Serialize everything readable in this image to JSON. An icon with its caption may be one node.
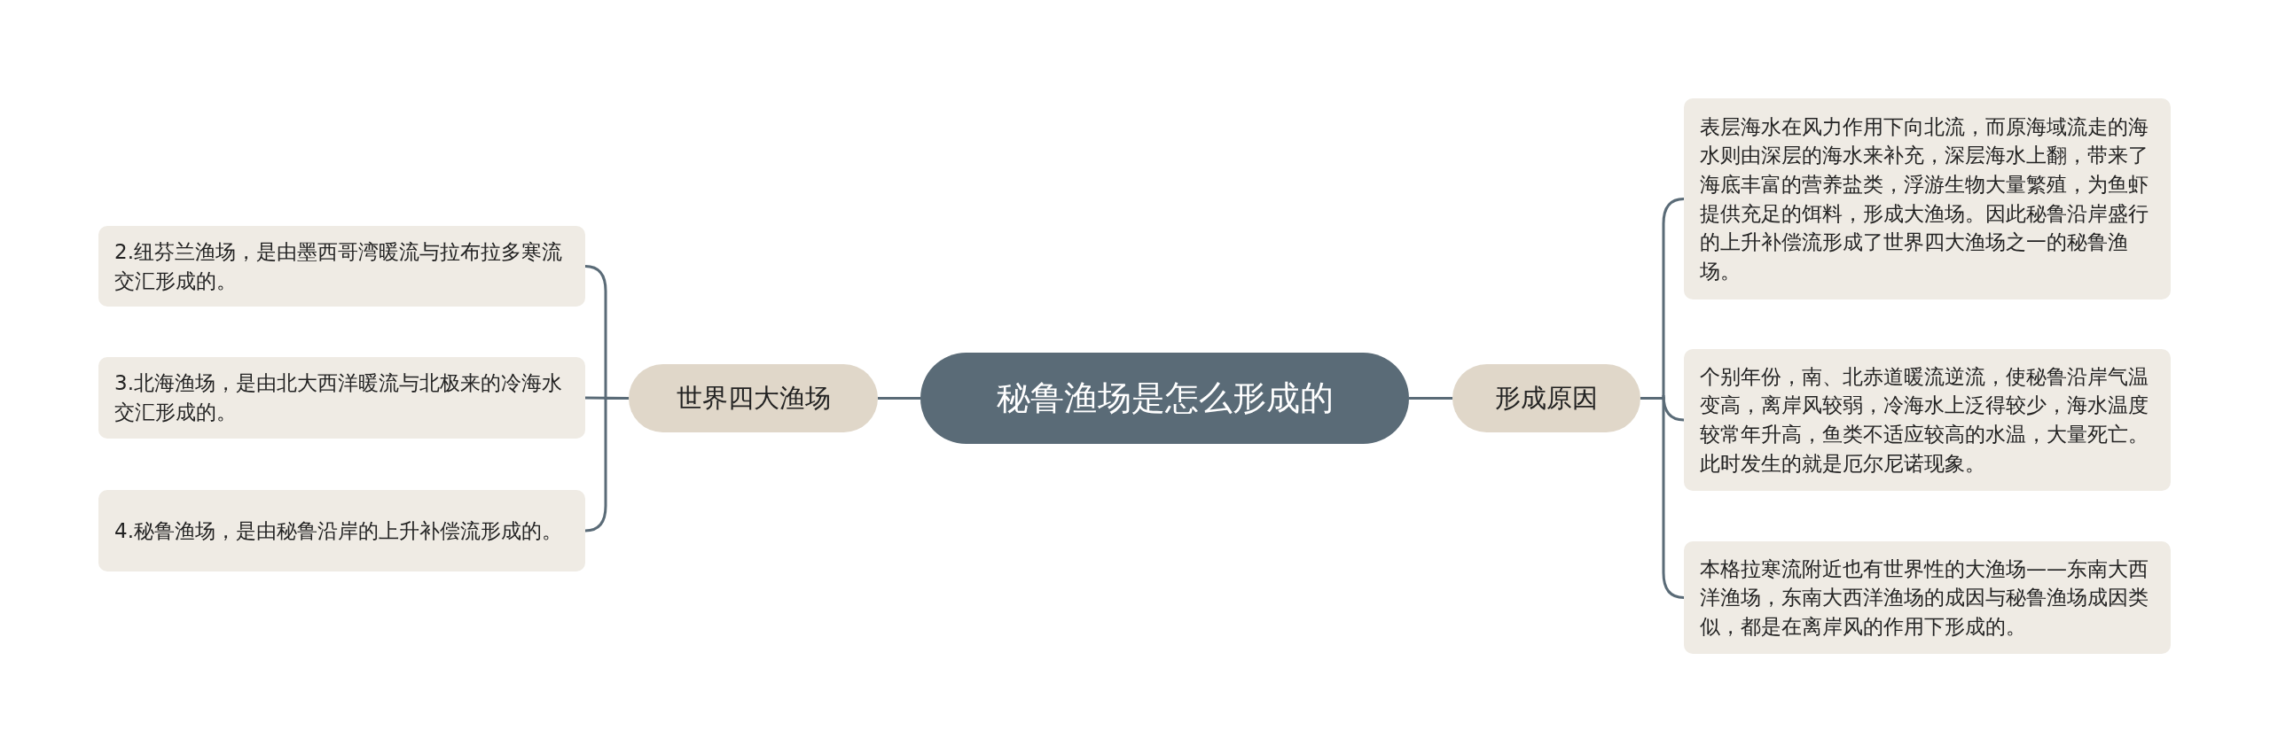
{
  "diagram": {
    "nodes": [
      {
        "text": [
          "秘鲁渔场是怎么形成的"
        ]
      },
      {
        "text": [
          "世界四大渔场"
        ]
      },
      {
        "text": [
          "2.纽芬兰渔场，是由墨西哥湾暖流与拉布拉多寒流交汇形成的。"
        ]
      },
      {
        "text": [
          "3.北海渔场，是由北大西洋暖流与北极来的冷海水交汇形成的。"
        ]
      },
      {
        "text": [
          "4.秘鲁渔场，是由秘鲁沿岸的上升补偿流形成的。"
        ]
      },
      {
        "text": [
          "形成原因"
        ]
      },
      {
        "text": [
          "表层海水在风力作用下向北流，而原海域流走的海水则由深层的海水来补充，深层海水上翻，带来了海底丰富的营养盐类，浮游生物大量繁殖，为鱼虾提供充足的饵料，形成大渔场。因此秘鲁沿岸盛行的上升补偿流形成了世界四大渔场之一的秘鲁渔场。"
        ]
      },
      {
        "text": [
          "个别年份，南、北赤道暖流逆流，使秘鲁沿岸气温变高，离岸风较弱，冷海水上泛得较少，海水温度较常年升高，鱼类不适应较高的水温，大量死亡。此时发生的就是厄尔尼诺现象。"
        ]
      },
      {
        "text": [
          "本格拉寒流附近也有世界性的大渔场——东南大西洋渔场，东南大西洋渔场的成因与秘鲁渔场成因类似，都是在离岸风的作用下形成的。"
        ]
      }
    ],
    "edges": [
      {
        "from": 0,
        "to": 1,
        "arrow": "none"
      },
      {
        "from": 1,
        "to": 2,
        "arrow": "none"
      },
      {
        "from": 1,
        "to": 3,
        "arrow": "none"
      },
      {
        "from": 1,
        "to": 4,
        "arrow": "none"
      },
      {
        "from": 0,
        "to": 5,
        "arrow": "none"
      },
      {
        "from": 5,
        "to": 6,
        "arrow": "none"
      },
      {
        "from": 5,
        "to": 7,
        "arrow": "none"
      },
      {
        "from": 5,
        "to": 8,
        "arrow": "none"
      }
    ]
  }
}
